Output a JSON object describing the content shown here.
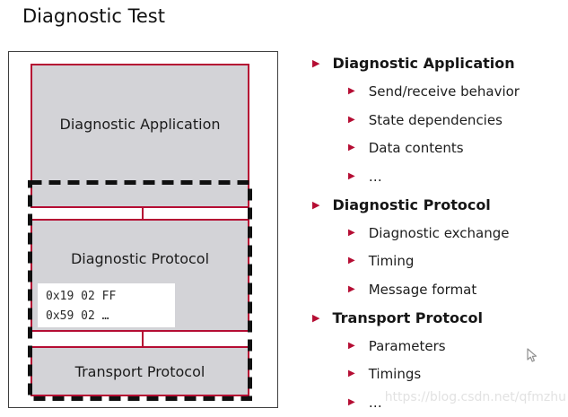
{
  "slide": {
    "title": "Diagnostic Test"
  },
  "colors": {
    "accent_red": "#b50d33",
    "layer_fill": "#d3d3d7",
    "frame_border": "#3f3f3f",
    "dashed_border": "#101010",
    "watermark_gray": "#e2e2e2"
  },
  "diagram": {
    "application": {
      "label": "Diagnostic Application"
    },
    "protocol": {
      "label": "Diagnostic Protocol",
      "code_lines": [
        "0x19 02 FF",
        "0x59 02 …"
      ]
    },
    "transport": {
      "label": "Transport Protocol"
    }
  },
  "outline": {
    "items": [
      {
        "label": "Diagnostic Application",
        "level": 1
      },
      {
        "label": "Send/receive behavior",
        "level": 2
      },
      {
        "label": "State dependencies",
        "level": 2
      },
      {
        "label": "Data contents",
        "level": 2
      },
      {
        "label": "…",
        "level": 2
      },
      {
        "label": "Diagnostic Protocol",
        "level": 1
      },
      {
        "label": "Diagnostic exchange",
        "level": 2
      },
      {
        "label": "Timing",
        "level": 2
      },
      {
        "label": "Message format",
        "level": 2
      },
      {
        "label": "Transport Protocol",
        "level": 1
      },
      {
        "label": "Parameters",
        "level": 2
      },
      {
        "label": "Timings",
        "level": 2
      },
      {
        "label": "…",
        "level": 2
      }
    ],
    "bullet_glyph": "▶"
  },
  "watermark": {
    "text": "https://blog.csdn.net/qfmzhu"
  }
}
